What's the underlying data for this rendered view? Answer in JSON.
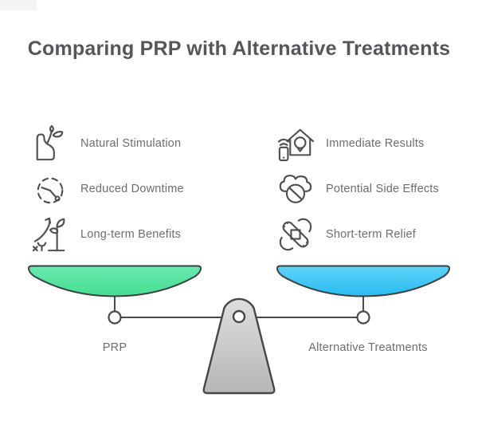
{
  "title": "Comparing PRP with Alternative Treatments",
  "left_column": {
    "items": [
      {
        "icon": "plant-mound-icon",
        "label": "Natural Stimulation"
      },
      {
        "icon": "dashed-clock-icon",
        "label": "Reduced Downtime"
      },
      {
        "icon": "growth-plant-icon",
        "label": "Long-term Benefits"
      }
    ]
  },
  "right_column": {
    "items": [
      {
        "icon": "smart-home-icon",
        "label": "Immediate Results"
      },
      {
        "icon": "cloud-prohibition-icon",
        "label": "Potential Side Effects"
      },
      {
        "icon": "crossed-bandages-icon",
        "label": "Short-term Relief"
      }
    ]
  },
  "scale": {
    "left_pan_label": "PRP",
    "right_pan_label": "Alternative Treatments",
    "left_pan_color_top": "#6aeab0",
    "left_pan_color_bottom": "#45dd92",
    "right_pan_color_top": "#5fd4f8",
    "right_pan_color_bottom": "#29bbf1",
    "fulcrum_color": "#c9c9c9"
  },
  "colors": {
    "title_text": "#55565a",
    "label_text": "#6d6d6d",
    "icon_stroke": "#4e4e4e",
    "outline": "#3d4043",
    "background": "#ffffff"
  }
}
